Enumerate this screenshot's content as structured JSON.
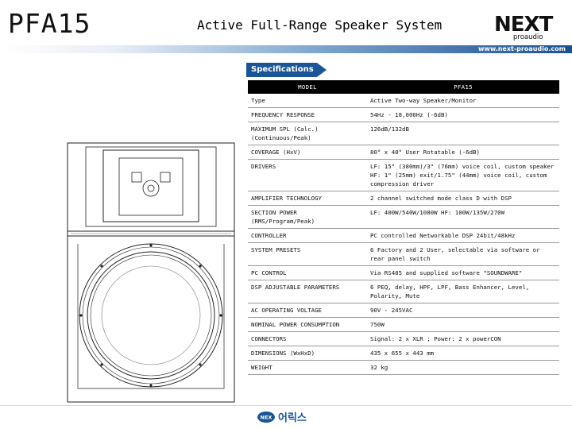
{
  "header": {
    "model": "PFA15",
    "title": "Active Full-Range Speaker System",
    "brand_logo": {
      "name": "NEXT",
      "sub": "proaudio"
    },
    "url": "www.next-proaudio.com",
    "accent_color": "#1c5596"
  },
  "section": {
    "label": "Specifications"
  },
  "table": {
    "headers": [
      "MODEL",
      "PFA15"
    ],
    "rows": [
      [
        "Type",
        "Active Two-way Speaker/Monitor"
      ],
      [
        "FREQUENCY RESPONSE",
        "54Hz - 18,000Hz (-6dB)"
      ],
      [
        "MAXIMUM SPL (Calc.) (Continuous/Peak)",
        "126dB/132dB"
      ],
      [
        "COVERAGE (HxV)",
        "80° x 40° User Rotatable (-6dB)"
      ],
      [
        "DRIVERS",
        "LF: 15\" (380mm)/3\" (76mm) voice coil, custom speaker HF: 1\" (25mm) exit/1.75\" (44mm) voice coil, custom compression driver"
      ],
      [
        "AMPLIFIER TECHNOLOGY",
        "2 channel switched mode class D with DSP"
      ],
      [
        "SECTION POWER (RMS/Program/Peak)",
        "LF: 400W/540W/1080W HF: 100W/135W/270W"
      ],
      [
        "CONTROLLER",
        "PC controlled Networkable DSP 24bit/48kHz"
      ],
      [
        "SYSTEM PRESETS",
        "6 Factory and 2 User, selectable via software or rear panel switch"
      ],
      [
        "PC CONTROL",
        "Via RS485 and supplied software \"SOUNDWARE\""
      ],
      [
        "DSP ADJUSTABLE PARAMETERS",
        "6 PEQ, delay, HPF, LPF, Bass Enhancer, Level, Polarity, Mute"
      ],
      [
        "AC OPERATING VOLTAGE",
        "90V - 245VAC"
      ],
      [
        "NOMINAL POWER CONSUMPTION",
        "750W"
      ],
      [
        "CONNECTORS",
        "Signal: 2 x XLR ; Power: 2 x powerCON"
      ],
      [
        "DIMENSIONS (WxHxD)",
        "435 x 655 x 443 mm"
      ],
      [
        "WEIGHT",
        "32 kg"
      ]
    ]
  },
  "footer": {
    "logo_text": "NEX",
    "logo_korean": "어릭스"
  }
}
